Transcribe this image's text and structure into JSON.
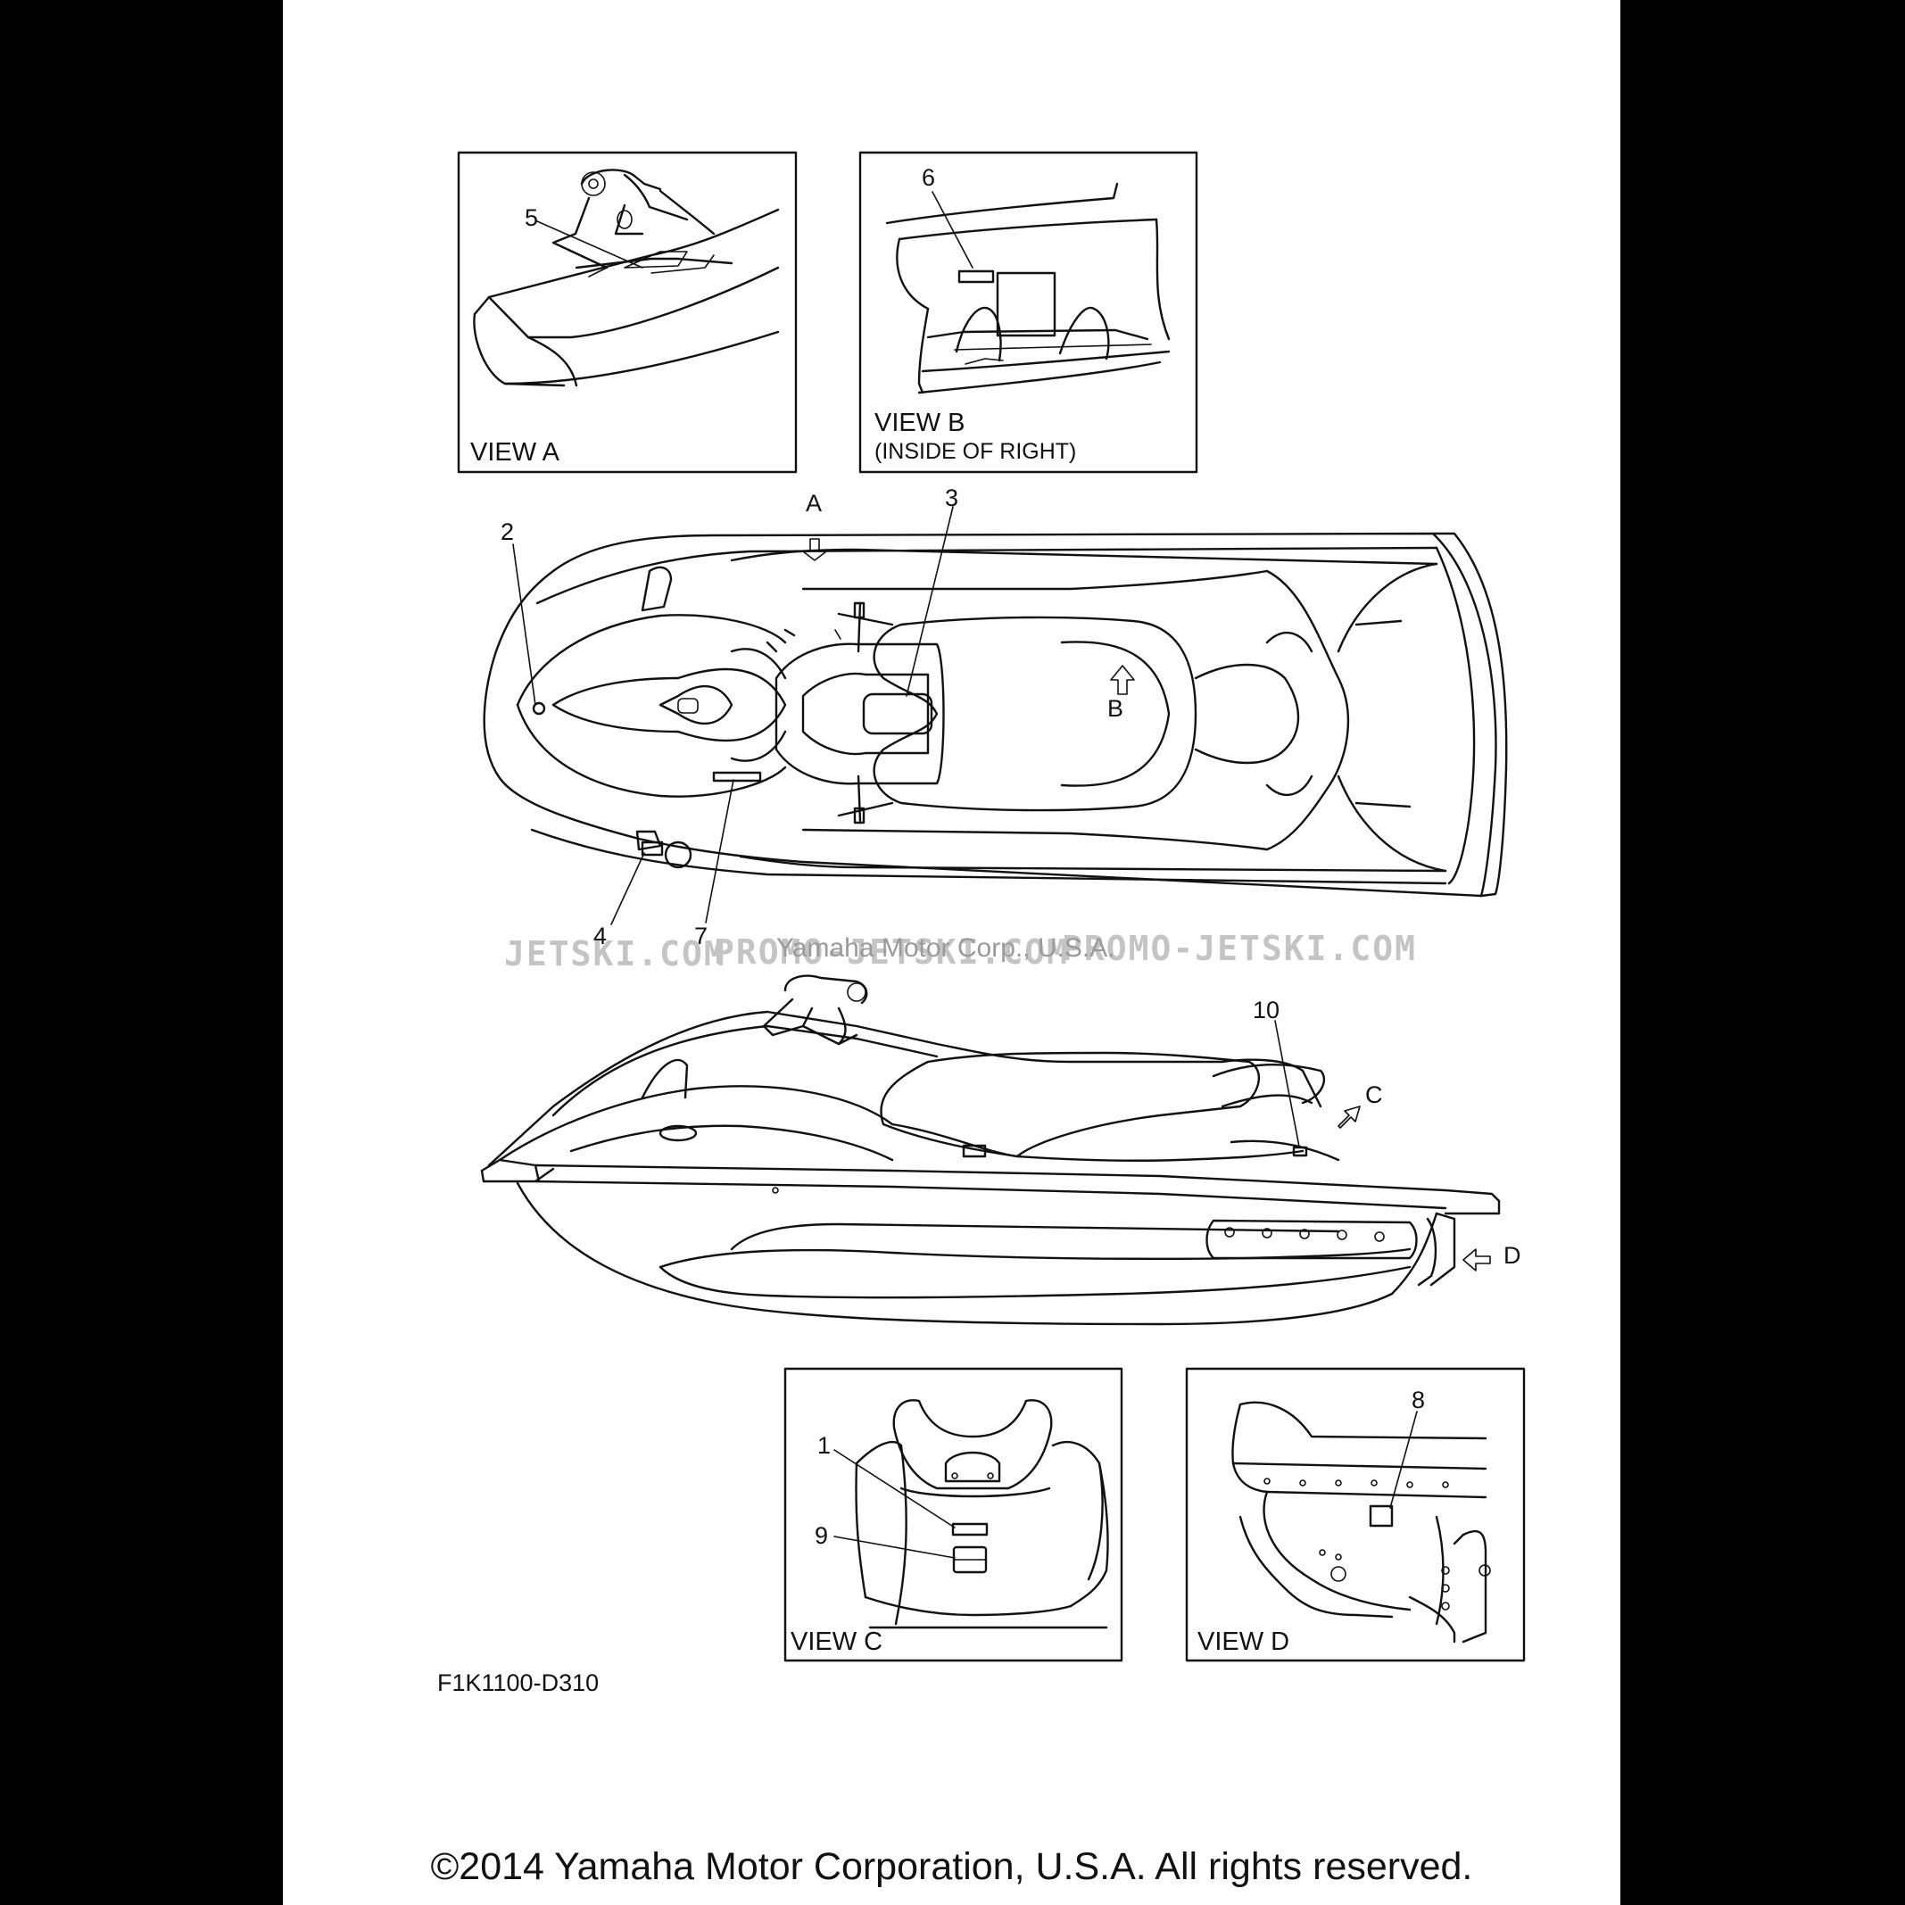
{
  "views": {
    "a": {
      "title": "VIEW A"
    },
    "b": {
      "title": "VIEW B",
      "subtitle": "(INSIDE OF RIGHT)"
    },
    "c": {
      "title": "VIEW C"
    },
    "d": {
      "title": "VIEW D"
    }
  },
  "callouts": [
    "1",
    "2",
    "3",
    "4",
    "5",
    "6",
    "7",
    "8",
    "9",
    "10"
  ],
  "view_arrows": {
    "a": "A",
    "b": "B",
    "c": "C",
    "d": "D"
  },
  "watermark": {
    "left": "JETSKI.COM",
    "middle": "PROMO-JETSKI.COM",
    "right": "PROMO-JETSKI.COM",
    "overlay": "Yamaha Motor Corp., U.S.A."
  },
  "part_code": "F1K1100-D310",
  "copyright": "©2014 Yamaha Motor Corporation, U.S.A. All rights reserved."
}
